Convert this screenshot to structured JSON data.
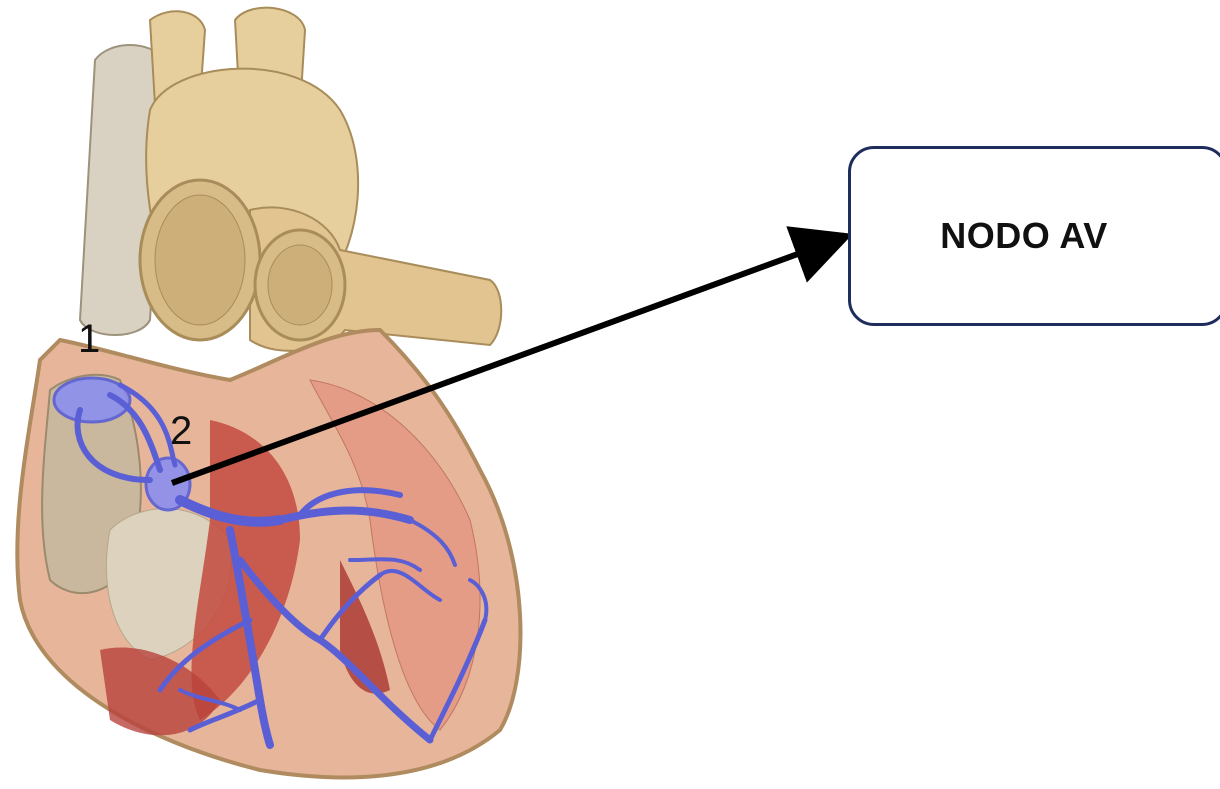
{
  "diagram": {
    "markers": [
      "1",
      "2"
    ],
    "callout": {
      "label": "NODO AV"
    }
  },
  "colors": {
    "vessel": "#e6cf9c",
    "vein": "#d9d2c2",
    "muscle": "#df9a86",
    "muscle_dark": "#b8423c",
    "conduction": "#5a5fd6",
    "box_border": "#1f2d5c",
    "arrow": "#000000"
  }
}
